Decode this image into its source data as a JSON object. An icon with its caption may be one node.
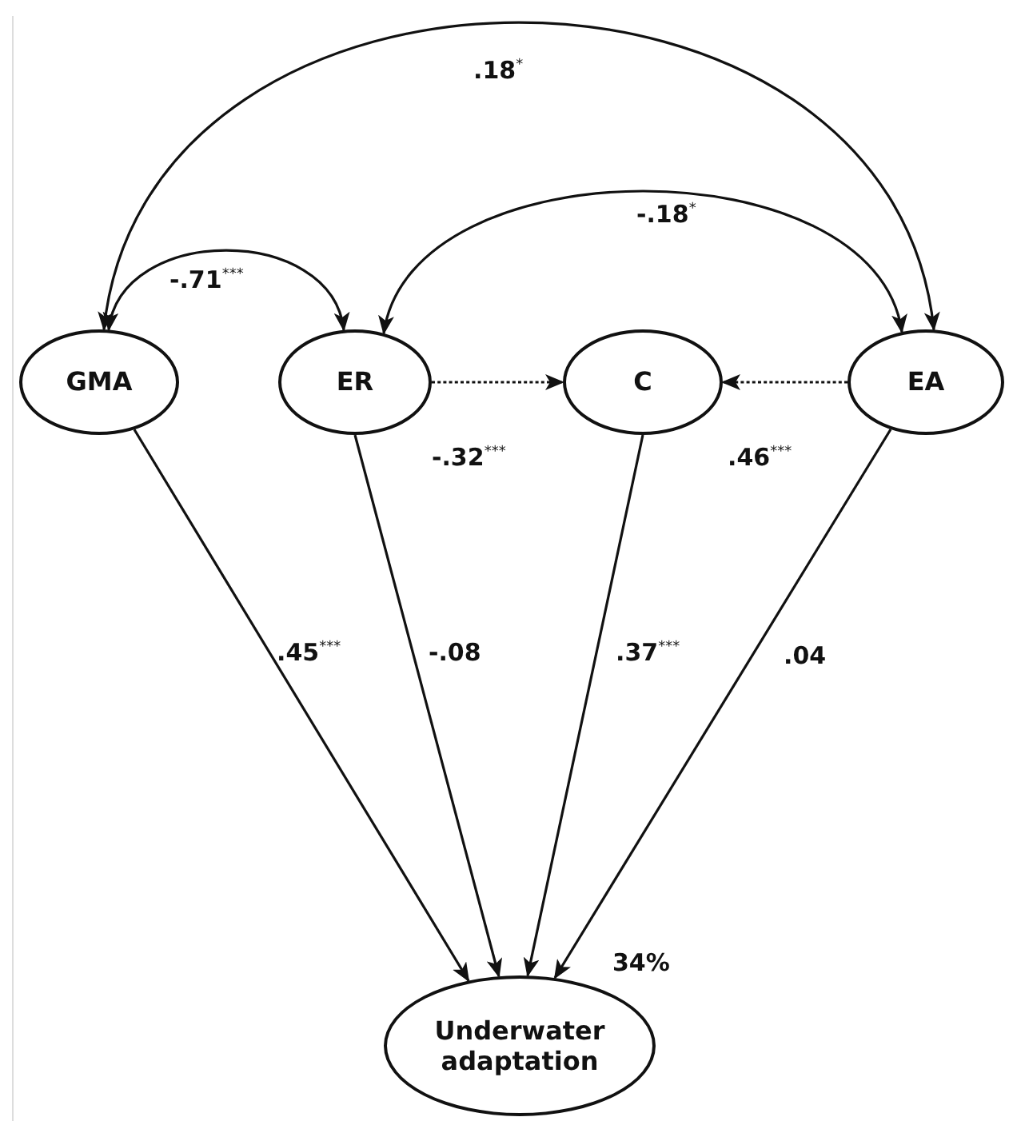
{
  "diagram": {
    "nodes": [
      {
        "text": [
          "GMA"
        ]
      },
      {
        "text": [
          "ER"
        ]
      },
      {
        "text": [
          "C"
        ]
      },
      {
        "text": [
          "EA"
        ]
      },
      {
        "text": [
          "Underwater adaptation"
        ],
        "beside": [
          "34%"
        ]
      }
    ],
    "edges": [
      {
        "from": 0,
        "to": 3,
        "arrow": "both",
        "label": ".18$^{*}$"
      },
      {
        "from": 0,
        "to": 1,
        "arrow": "both",
        "label": "-.71$^{***}$"
      },
      {
        "from": 1,
        "to": 3,
        "arrow": "both",
        "label": "-.18$^{*}$"
      },
      {
        "from": 1,
        "to": 2,
        "arrow": "to",
        "style": "dashed",
        "label": "-.32$^{***}$"
      },
      {
        "from": 3,
        "to": 2,
        "arrow": "to",
        "style": "dashed",
        "label": ".46$^{***}$"
      },
      {
        "from": 0,
        "to": 4,
        "arrow": "to",
        "label": ".45$^{***}$"
      },
      {
        "from": 1,
        "to": 4,
        "arrow": "to",
        "label": "-.08"
      },
      {
        "from": 2,
        "to": 4,
        "arrow": "to",
        "label": ".37$^{***}$"
      },
      {
        "from": 3,
        "to": 4,
        "arrow": "to",
        "label": ".04"
      }
    ]
  }
}
